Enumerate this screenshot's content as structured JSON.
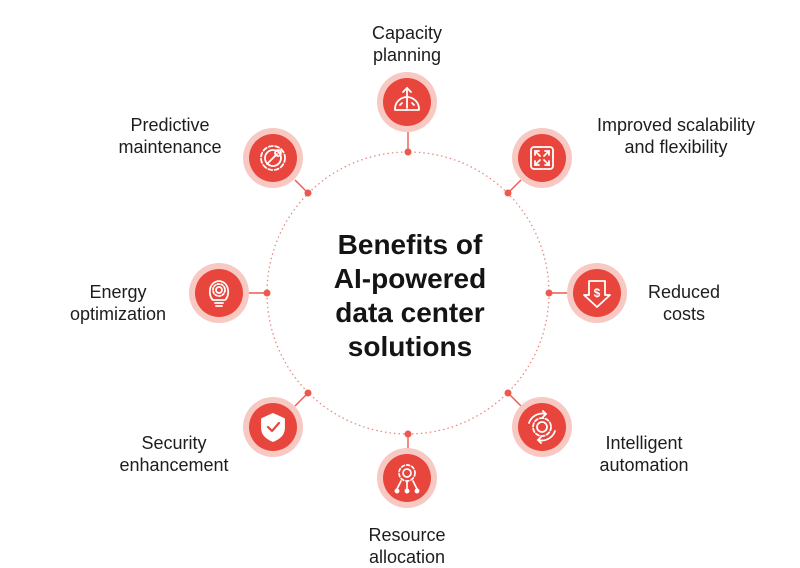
{
  "title_lines": [
    "Benefits of",
    "AI-powered",
    "data center",
    "solutions"
  ],
  "colors": {
    "accent": "#e8453c",
    "accent_light": "#f8c9c3",
    "dot": "#ec5a4f",
    "ring": "#e88a82"
  },
  "benefits": [
    {
      "id": "capacity",
      "lines": [
        "Capacity",
        "planning"
      ],
      "icon": "capacity-gauge-icon"
    },
    {
      "id": "scalability",
      "lines": [
        "Improved scalability",
        "and flexibility"
      ],
      "icon": "expand-arrows-icon"
    },
    {
      "id": "costs",
      "lines": [
        "Reduced",
        "costs"
      ],
      "icon": "dollar-down-icon"
    },
    {
      "id": "automation",
      "lines": [
        "Intelligent",
        "automation"
      ],
      "icon": "gear-cycle-icon"
    },
    {
      "id": "resource",
      "lines": [
        "Resource",
        "allocation"
      ],
      "icon": "gear-network-icon"
    },
    {
      "id": "security",
      "lines": [
        "Security",
        "enhancement"
      ],
      "icon": "shield-check-icon"
    },
    {
      "id": "energy",
      "lines": [
        "Energy",
        "optimization"
      ],
      "icon": "lightbulb-gear-icon"
    },
    {
      "id": "maintenance",
      "lines": [
        "Predictive",
        "maintenance"
      ],
      "icon": "wrench-gear-icon"
    }
  ]
}
